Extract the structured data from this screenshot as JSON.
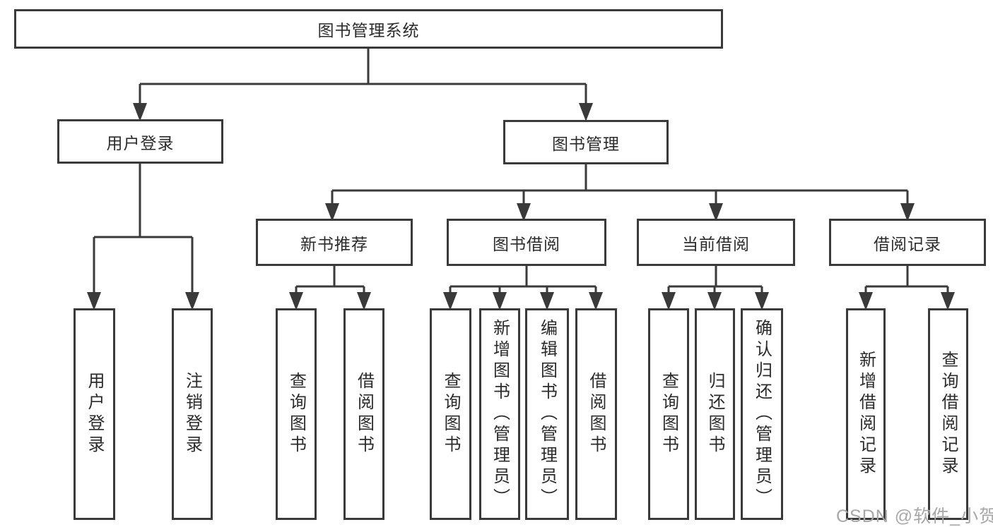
{
  "nodes": {
    "root": "图书管理系统",
    "user_login": "用户登录",
    "book_management": "图书管理",
    "new_book_recommend": "新书推荐",
    "book_borrow": "图书借阅",
    "current_borrow": "当前借阅",
    "borrow_record": "借阅记录",
    "ul_user_login": "用户登录",
    "ul_logout": "注销登录",
    "nb_query_book": "查询图书",
    "nb_borrow_book": "借阅图书",
    "bb_query_book": "查询图书",
    "bb_add_book": "新增图书（管理员）",
    "bb_edit_book": "编辑图书（管理员）",
    "bb_borrow_book": "借阅图书",
    "cb_query_book": "查询图书",
    "cb_return_book": "归还图书",
    "cb_confirm_return": "确认归还（管理员）",
    "br_add_record": "新增借阅记录",
    "br_query_record": "查询借阅记录"
  },
  "tree": {
    "图书管理系统": {
      "用户登录": [
        "用户登录",
        "注销登录"
      ],
      "图书管理": {
        "新书推荐": [
          "查询图书",
          "借阅图书"
        ],
        "图书借阅": [
          "查询图书",
          "新增图书（管理员）",
          "编辑图书（管理员）",
          "借阅图书"
        ],
        "当前借阅": [
          "查询图书",
          "归还图书",
          "确认归还（管理员）"
        ],
        "借阅记录": [
          "新增借阅记录",
          "查询借阅记录"
        ]
      }
    }
  },
  "watermark": "CSDN @软件_小贺同学",
  "colors": {
    "line": "#3a3a3a",
    "node_border": "#3a3a3a",
    "text": "#2b2b2b",
    "watermark": "#a8a8a8",
    "background": "#ffffff"
  }
}
